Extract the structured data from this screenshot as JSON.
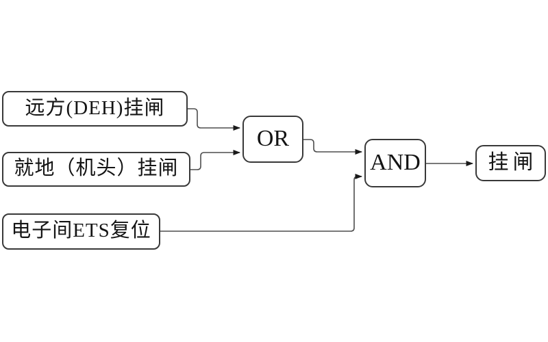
{
  "diagram": {
    "type": "logic-flow-diagram",
    "colors": {
      "background": "#ffffff",
      "box_border": "#383838",
      "line": "#4d4d4d",
      "arrowhead": "#1a1a1a",
      "text": "#141414"
    },
    "nodes": [
      {
        "id": "input-remote-deh",
        "label": "远方(DEH)挂闸",
        "type": "input"
      },
      {
        "id": "input-local-head",
        "label": "就地（机头）挂闸",
        "type": "input"
      },
      {
        "id": "input-ets-reset",
        "label": "电子间ETS复位",
        "type": "input"
      },
      {
        "id": "gate-or",
        "label": "OR",
        "type": "logic-gate"
      },
      {
        "id": "gate-and",
        "label": "AND",
        "type": "logic-gate"
      },
      {
        "id": "output-latch",
        "label": "挂闸",
        "type": "output"
      }
    ],
    "edges": [
      {
        "from": "input-remote-deh",
        "to": "gate-or"
      },
      {
        "from": "input-local-head",
        "to": "gate-or"
      },
      {
        "from": "gate-or",
        "to": "gate-and"
      },
      {
        "from": "input-ets-reset",
        "to": "gate-and"
      },
      {
        "from": "gate-and",
        "to": "output-latch"
      }
    ]
  }
}
